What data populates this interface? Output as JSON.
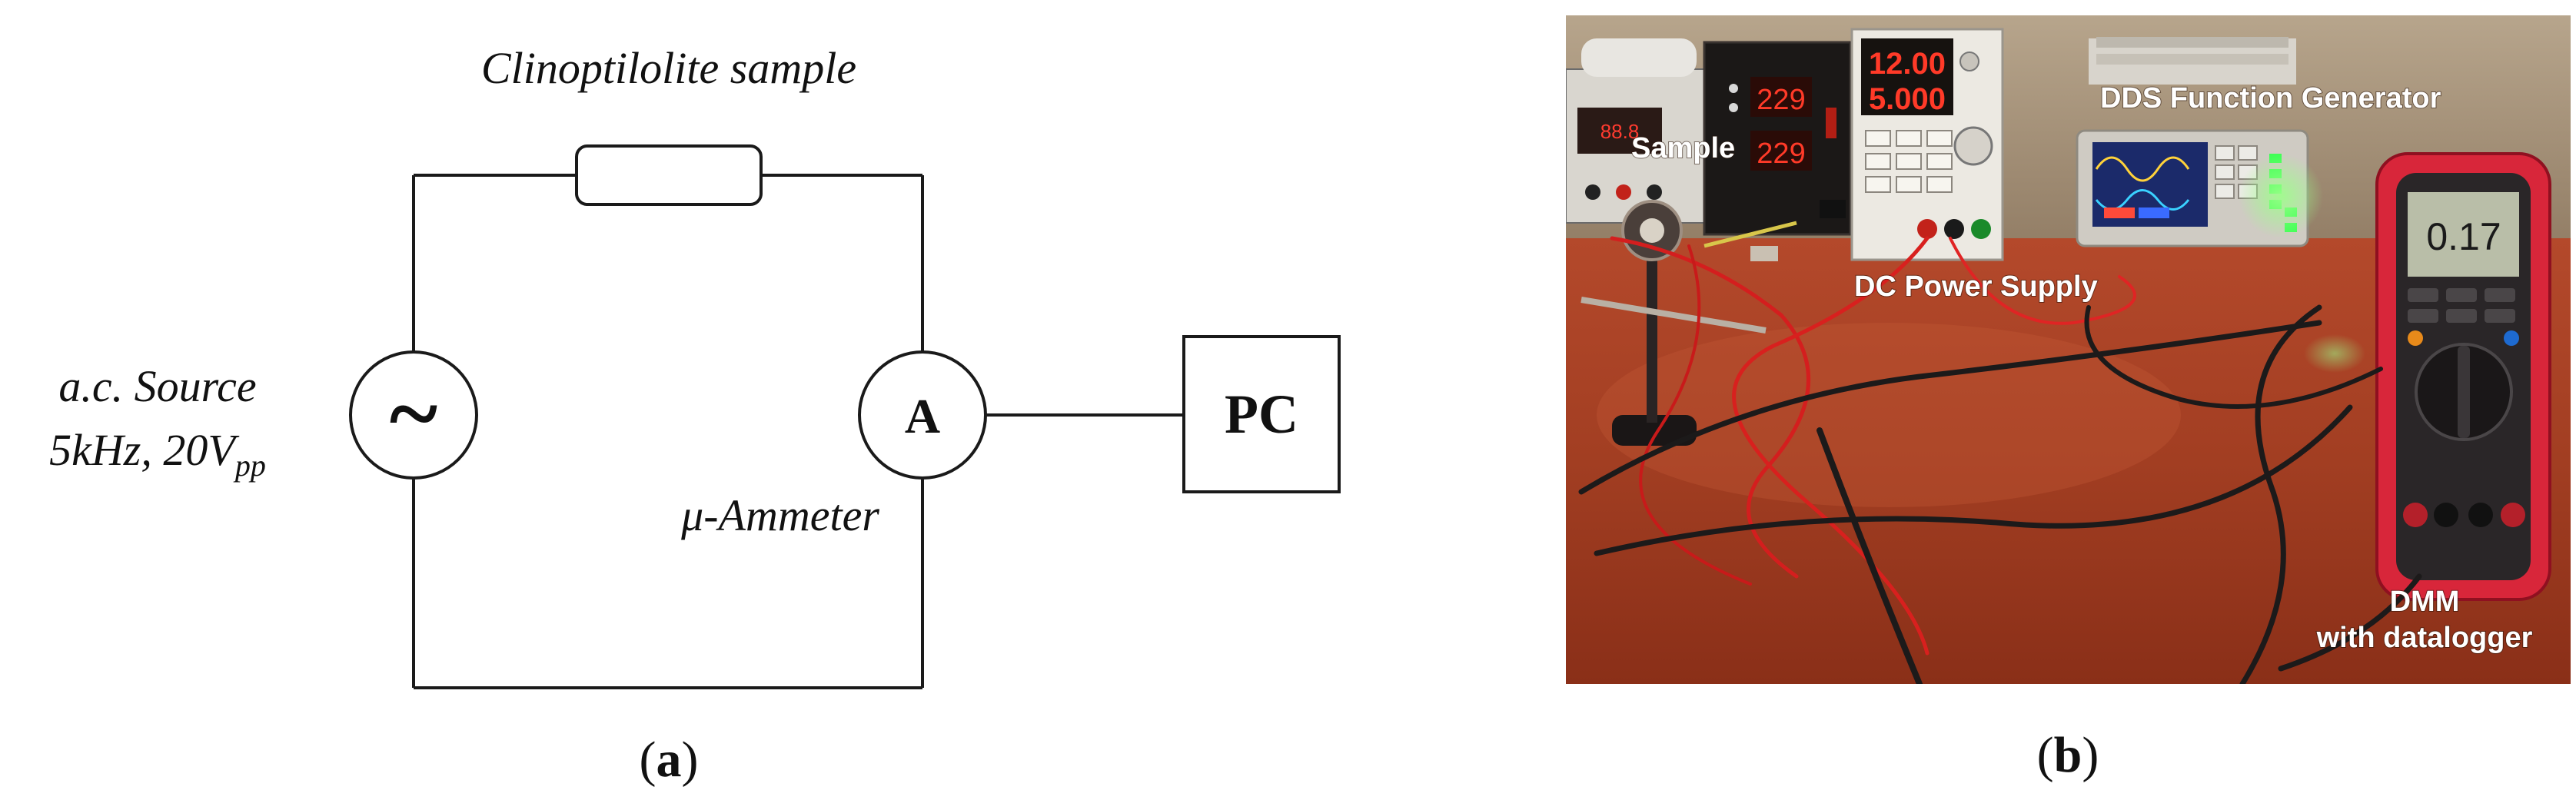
{
  "panel_a": {
    "sample_label": "Clinoptilolite sample",
    "source_label_line1": "a.c. Source",
    "source_label_line2_prefix": "5kHz, 20V",
    "source_label_line2_sub": "pp",
    "source_symbol": "~",
    "ammeter_symbol": "A",
    "ammeter_label": "μ-Ammeter",
    "pc_label": "PC",
    "caption_open": "(",
    "caption_letter": "a",
    "caption_close": ")"
  },
  "panel_b": {
    "labels": {
      "sample": "Sample",
      "dc_power_supply": "DC Power Supply",
      "dds_function_generator": "DDS Function Generator",
      "dmm_line1": "DMM",
      "dmm_line2": "with datalogger"
    },
    "display_readouts": {
      "psu_top": "12.00",
      "psu_bottom": "5.000",
      "supply_left_top": "229",
      "supply_left_bottom": "229",
      "dmm_value": "0.17"
    },
    "caption_open": "(",
    "caption_letter": "b",
    "caption_close": ")"
  }
}
